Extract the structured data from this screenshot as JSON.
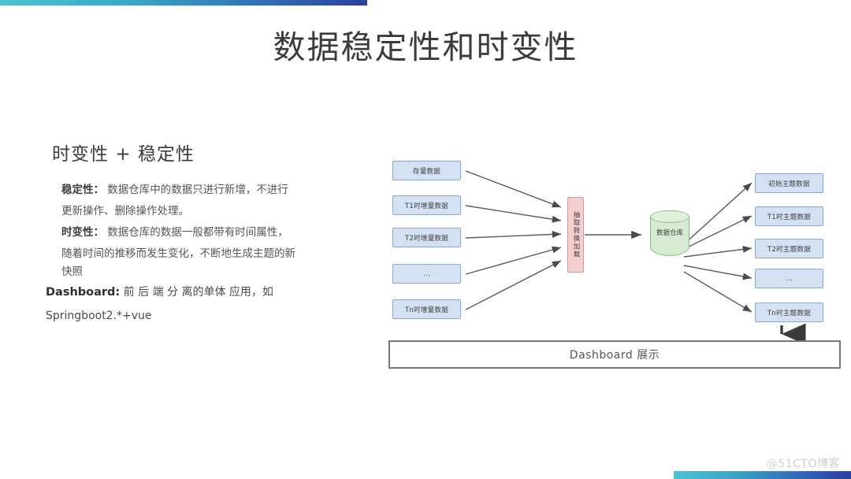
{
  "title": "数据稳定性和时变性",
  "left": {
    "subhead": "时变性  +  稳定性",
    "p1_label": "稳定性：",
    "p1_text": " 数据仓库中的数据只进行新增，不进行",
    "p2_text": "更新操作、删除操作处理。",
    "p3_label": "时变性：",
    "p3_text": " 数据仓库的数据一般都带有时间属性，",
    "p4_text": "随着时间的推移而发生变化，不断地生成主题的新",
    "p5_text": "快照",
    "dashboard_label": "Dashboard:",
    "dashboard_text": " 前 后 端 分 离的单体 应用，如",
    "dashboard_sub": "Springboot2.*+vue"
  },
  "diagram": {
    "sources": [
      {
        "label": "存量数据"
      },
      {
        "label": "T1时增量数据"
      },
      {
        "label": "T2时增量数据"
      },
      {
        "label": "..."
      },
      {
        "label": "Tn时增量数据"
      }
    ],
    "etl": {
      "label": "抽取转换加载"
    },
    "warehouse": {
      "label": "数据仓库"
    },
    "outputs": [
      {
        "label": "初始主题数据"
      },
      {
        "label": "T1时主题数据"
      },
      {
        "label": "T2时主题数据"
      },
      {
        "label": "..."
      },
      {
        "label": "Tn时主题数据"
      }
    ],
    "dashboard_bar": "Dashboard 展示"
  },
  "watermark": "@51CTO博客",
  "colors": {
    "box_fill": "#d4e1f3",
    "box_stroke": "#8ba7cf",
    "etl_fill": "#f5cfcf",
    "etl_stroke": "#d79a9a",
    "cylinder_fill": "#d6ebd2",
    "cylinder_stroke": "#8bbd86",
    "arrow": "#5a5a5a",
    "bar_gradient_start": "#4ec3d4",
    "bar_gradient_end": "#2b3f9e"
  }
}
